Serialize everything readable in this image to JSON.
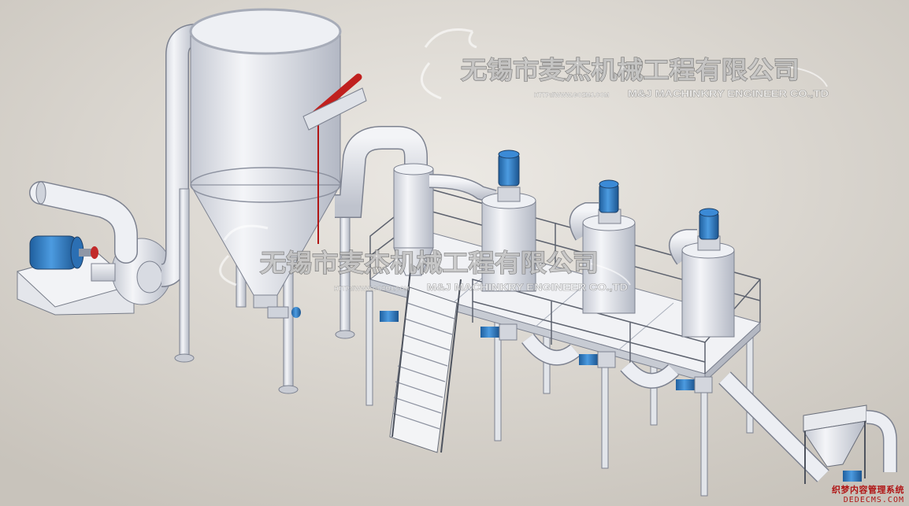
{
  "watermark": {
    "company_cn": "无锡市麦杰机械工程有限公司",
    "url": "HTTP://WWW.GOZMJ.COM",
    "company_en": "M&J MACHINKRY ENGINEER CO.,TD"
  },
  "corner_watermark": {
    "cn": "织梦内容管理系统",
    "en": "DEDECMS.COM"
  },
  "colors": {
    "background": "#d9d5cf",
    "steel": "#eceef3",
    "steel_shadow": "#b7bcc8",
    "motor_blue": "#2f7fc8",
    "brush_red": "#c0201e"
  }
}
